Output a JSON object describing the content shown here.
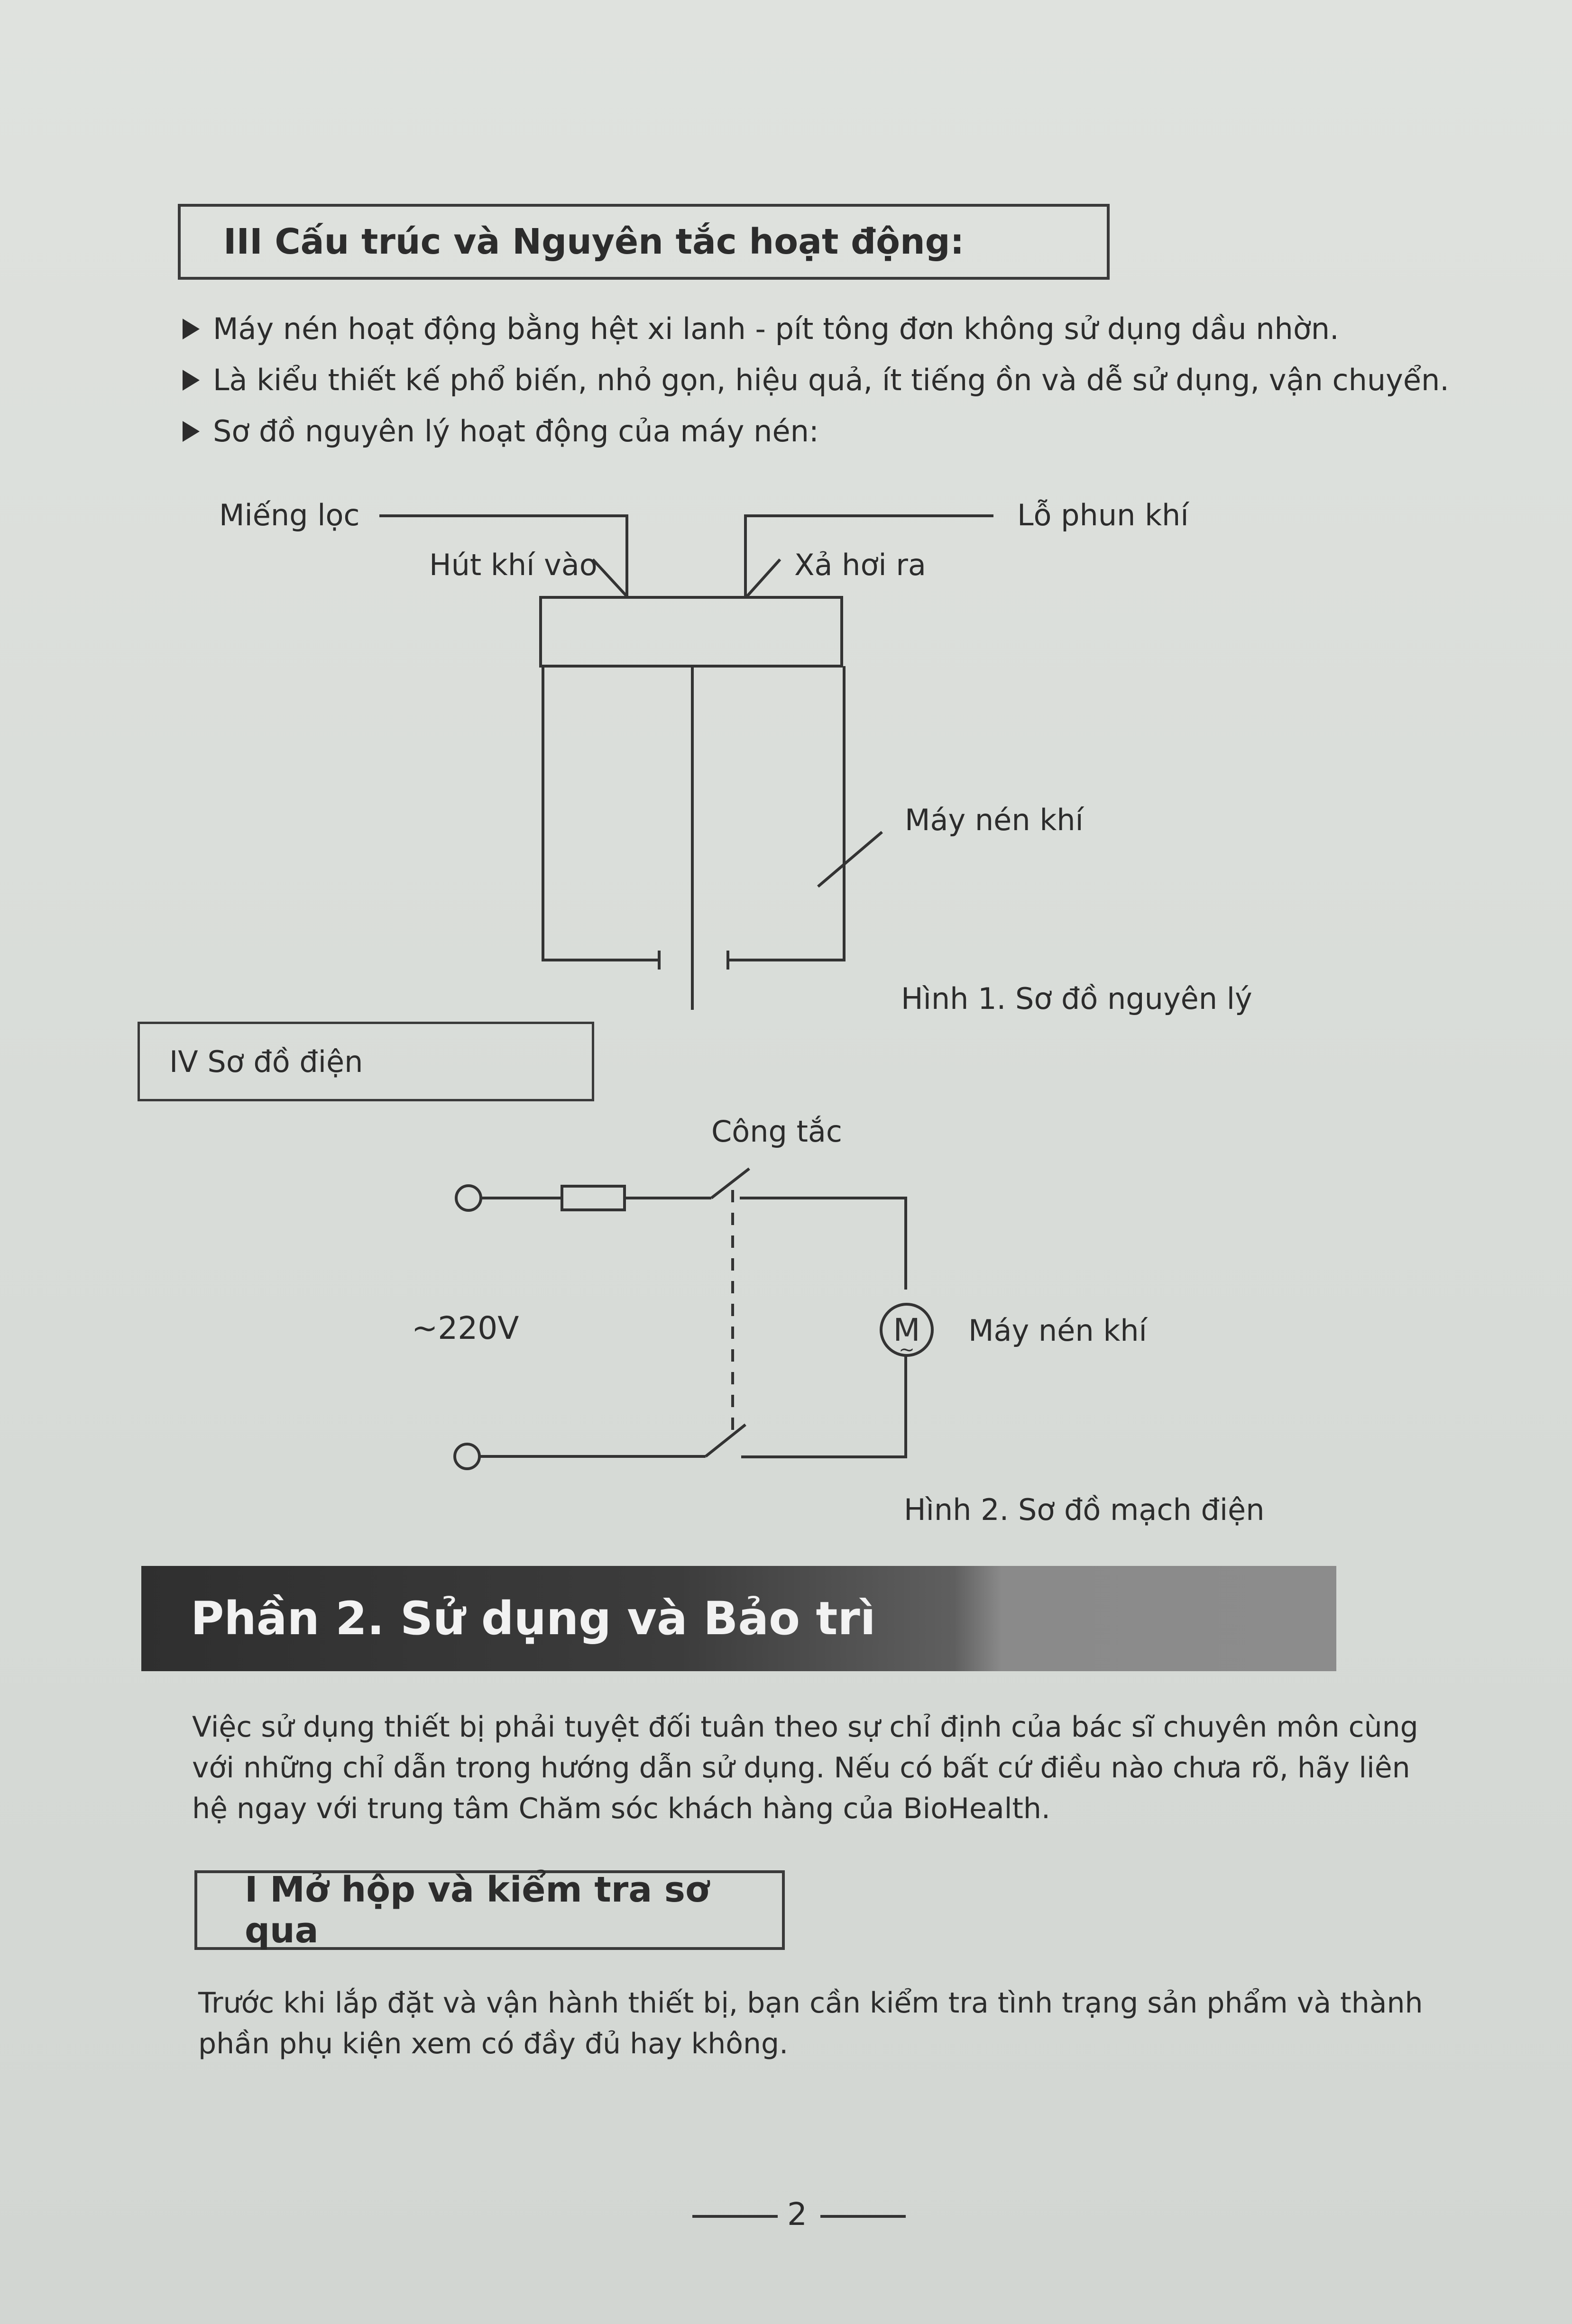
{
  "section3": {
    "title": "III Cấu trúc và Nguyên tắc hoạt động:",
    "bullets": [
      "Máy nén hoạt động bằng hệt xi lanh - pít tông đơn không sử dụng dầu nhờn.",
      "Là kiểu thiết kế phổ biến, nhỏ gọn, hiệu quả, ít tiếng ồn và dễ sử dụng, vận chuyển.",
      "Sơ đồ nguyên lý hoạt động của máy nén:"
    ]
  },
  "diagram1": {
    "label_filter": "Miếng lọc",
    "label_nozzle": "Lỗ phun khí",
    "label_intake": "Hút khí vào",
    "label_exhaust": "Xả hơi ra",
    "label_compressor": "Máy nén khí",
    "caption": "Hình 1. Sơ đồ nguyên lý"
  },
  "section4": {
    "title": "IV Sơ đồ điện"
  },
  "diagram2": {
    "label_switch": "Công tắc",
    "label_voltage": "~220V",
    "motor_symbol": "M",
    "label_compressor": "Máy nén khí",
    "caption": "Hình 2. Sơ đồ mạch điện"
  },
  "part2": {
    "banner": "Phần 2. Sử dụng và Bảo trì",
    "intro": "Việc sử dụng thiết bị phải tuyệt đối tuân theo sự chỉ định của bác sĩ chuyên môn cùng với những chỉ dẫn trong hướng dẫn sử dụng. Nếu có bất cứ điều nào chưa rõ, hãy liên hệ ngay với trung tâm Chăm sóc khách hàng của BioHealth.",
    "section1_title": "I Mở hộp và kiểm tra sơ qua",
    "section1_text": "Trước khi lắp đặt và vận hành thiết bị, bạn cần kiểm tra tình trạng sản phẩm và thành phần phụ kiện xem có đầy đủ hay không."
  },
  "footer": {
    "page_number": "2"
  }
}
